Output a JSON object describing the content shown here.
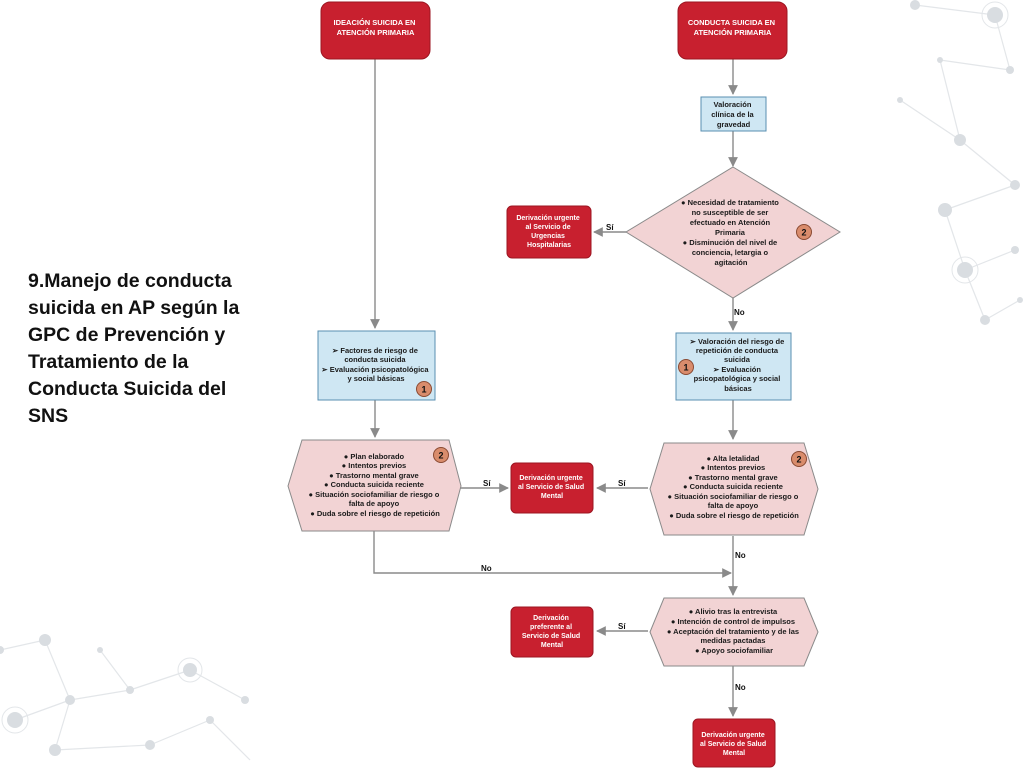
{
  "side_title": "9.Manejo de conducta suicida en AP según la GPC de Prevención y Tratamiento de la Conducta Suicida del SNS",
  "colors": {
    "red_box": "#c8202f",
    "blue_box": "#cfe7f3",
    "pink_box": "#f2d3d4",
    "badge": "#d98c6c",
    "arrow": "#8a8a8a"
  },
  "nodes": {
    "start_ideacion": [
      "IDEACIÓN SUICIDA EN",
      "ATENCIÓN PRIMARIA"
    ],
    "start_conducta": [
      "CONDUCTA SUICIDA EN",
      "ATENCIÓN PRIMARIA"
    ],
    "valoracion_gravedad": [
      "Valoración",
      "clínica de la",
      "gravedad"
    ],
    "diamond_lines": [
      "● Necesidad de tratamiento",
      "no susceptible de ser",
      "efectuado en Atención",
      "Primaria",
      "● Disminución del nivel de",
      "conciencia, letargia o",
      "agitación"
    ],
    "diamond_badge": "2",
    "urgente_hospital": [
      "Derivación urgente",
      "al Servicio de",
      "Urgencias",
      "Hospitalarias"
    ],
    "left_blue_lines": [
      "➢ Factores de riesgo de",
      "conducta suicida",
      "➢ Evaluación psicopatológica",
      "y social básicas"
    ],
    "left_blue_badge": "1",
    "right_blue_lines": [
      "➢ Valoración del riesgo de",
      "repetición de conducta",
      "suicida",
      "➢ Evaluación",
      "psicopatológica y social",
      "básicas"
    ],
    "right_blue_badge": "1",
    "left_hex_lines": [
      "● Plan elaborado",
      "● Intentos previos",
      "● Trastorno mental grave",
      "● Conducta suicida reciente",
      "● Situación sociofamiliar de riesgo o",
      "falta de apoyo",
      "● Duda sobre el riesgo de repetición"
    ],
    "left_hex_badge": "2",
    "right_hex_lines": [
      "● Alta letalidad",
      "● Intentos previos",
      "● Trastorno mental grave",
      "● Conducta suicida reciente",
      "● Situación sociofamiliar de riesgo o",
      "falta de apoyo",
      "● Duda sobre el riesgo de repetición"
    ],
    "right_hex_badge": "2",
    "urgente_salud_mental_mid": [
      "Derivación urgente",
      "al Servicio de Salud",
      "Mental"
    ],
    "bottom_hex_lines": [
      "● Alivio tras la entrevista",
      "● Intención de control de impulsos",
      "● Aceptación del tratamiento y de las",
      "medidas pactadas",
      "● Apoyo sociofamiliar"
    ],
    "preferente_salud_mental": [
      "Derivación",
      "preferente al",
      "Servicio de Salud",
      "Mental"
    ],
    "urgente_salud_mental_bottom": [
      "Derivación urgente",
      "al Servicio de Salud",
      "Mental"
    ]
  },
  "edge_labels": {
    "si_diamond": "Sí",
    "no_diamond": "No",
    "si_left_hex": "Sí",
    "si_right_hex": "Sí",
    "no_merge": "No",
    "no_right_hex": "No",
    "si_bottom_hex": "Sí",
    "no_bottom_hex": "No"
  }
}
